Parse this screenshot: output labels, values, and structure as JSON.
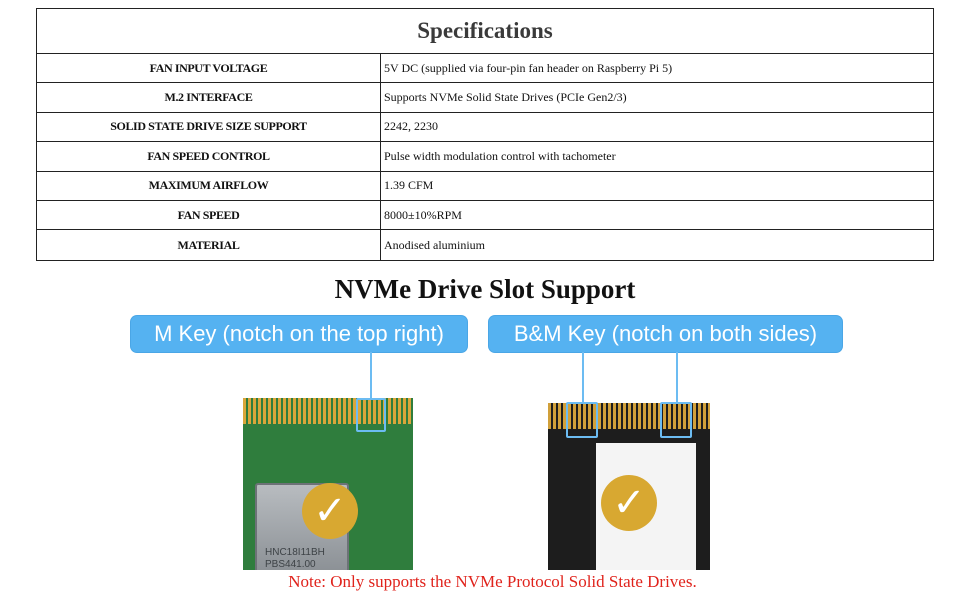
{
  "spec": {
    "title": "Specifications",
    "rows": [
      {
        "key": "FAN INPUT VOLTAGE",
        "value": "5V DC (supplied via four-pin fan header on Raspberry Pi 5)"
      },
      {
        "key": "M.2 INTERFACE",
        "value": "Supports NVMe Solid State Drives (PCIe Gen2/3)"
      },
      {
        "key": "SOLID STATE DRIVE SIZE SUPPORT",
        "value": "2242, 2230"
      },
      {
        "key": "FAN SPEED CONTROL",
        "value": "Pulse width modulation control with tachometer"
      },
      {
        "key": "MAXIMUM AIRFLOW",
        "value": "1.39 CFM"
      },
      {
        "key": "FAN SPEED",
        "value": "8000±10%RPM"
      },
      {
        "key": "MATERIAL",
        "value": "Anodised aluminium"
      }
    ]
  },
  "section": {
    "heading": "NVMe Drive Slot Support",
    "m_key": "M Key (notch on the top right)",
    "bm_key": "B&M Key (notch on both sides)"
  },
  "drive_m": {
    "chip_line1": "HNC18I11BH",
    "chip_line2": "PBS441.00"
  },
  "icons": {
    "check": "check-icon"
  },
  "colors": {
    "label_blue": "#55b2f1",
    "check_gold": "#d8a831",
    "note_red": "#e0231c"
  },
  "note": "Note: Only supports the NVMe Protocol Solid State Drives."
}
